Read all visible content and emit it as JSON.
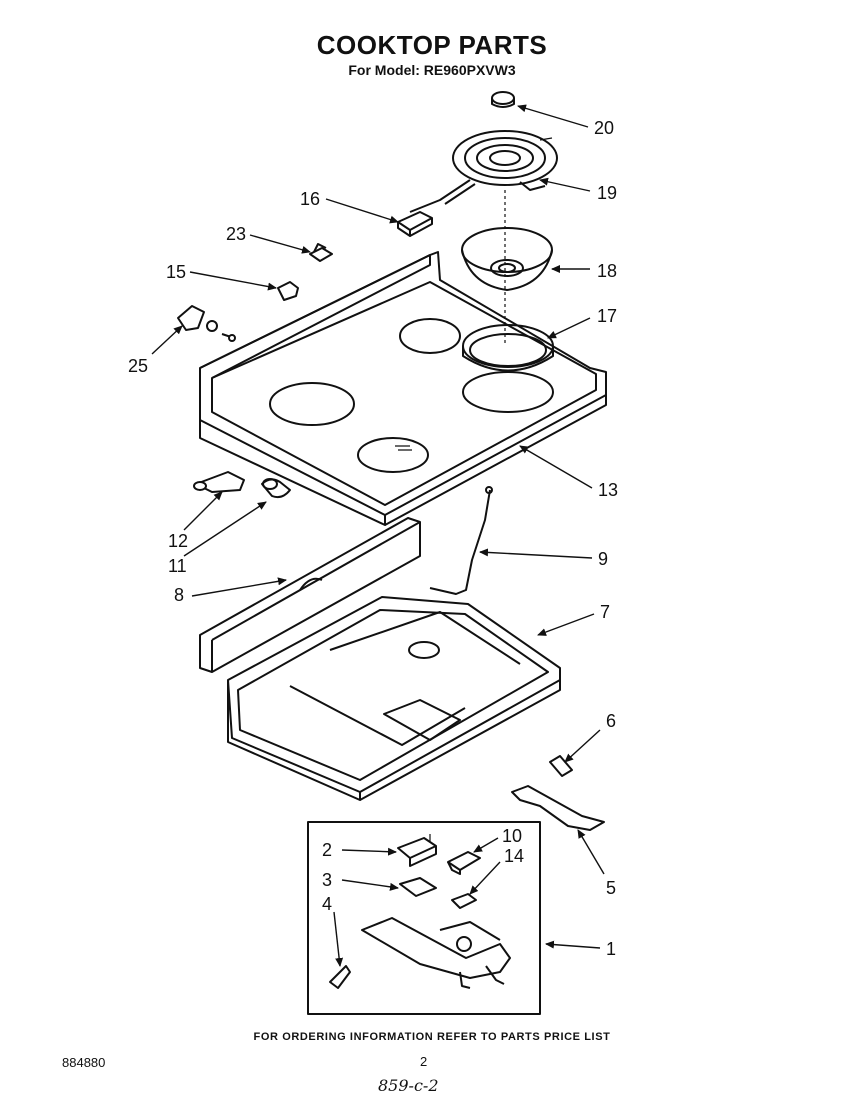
{
  "header": {
    "title": "COOKTOP PARTS",
    "subtitle": "For Model: RE960PXVW3"
  },
  "footer": {
    "note": "FOR ORDERING INFORMATION REFER TO PARTS PRICE LIST",
    "doc_number": "884880",
    "page_number": "2",
    "handwritten": "859-c-2"
  },
  "callouts": [
    "20",
    "19",
    "16",
    "23",
    "18",
    "15",
    "17",
    "25",
    "13",
    "12",
    "11",
    "9",
    "8",
    "7",
    "6",
    "5",
    "2",
    "10",
    "14",
    "3",
    "4",
    "1"
  ]
}
